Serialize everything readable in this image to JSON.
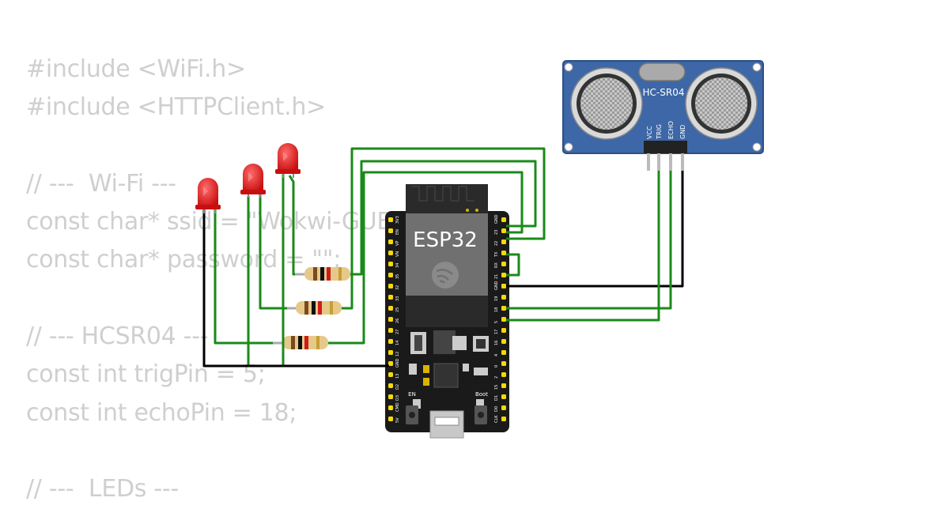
{
  "code_lines": [
    "#include <WiFi.h>",
    "#include <HTTPClient.h>",
    "",
    "// ---  Wi-Fi ---",
    "const char* ssid = \"Wokwi-GUEST\";",
    "const char* password = \"\";",
    "",
    "// --- HCSR04 ---",
    "const int trigPin = 5;",
    "const int echoPin = 18;",
    "",
    "// ---  LEDs ---"
  ],
  "board": {
    "chip_label": "ESP32",
    "en_label": "EN",
    "boot_label": "Boot",
    "left_pins": [
      "3V3",
      "EN",
      "VP",
      "VN",
      "34",
      "35",
      "32",
      "33",
      "25",
      "26",
      "27",
      "14",
      "12",
      "GND",
      "13",
      "D2",
      "D3",
      "CMD",
      "5V"
    ],
    "right_pins": [
      "GND",
      "23",
      "22",
      "TX",
      "RX",
      "21",
      "GND",
      "19",
      "18",
      "5",
      "17",
      "16",
      "4",
      "0",
      "2",
      "15",
      "D1",
      "D0",
      "CLK"
    ]
  },
  "sensor": {
    "label": "HC-SR04",
    "pins": [
      "VCC",
      "TRIG",
      "ECHO",
      "GND"
    ]
  },
  "colors": {
    "wire_green": "#1a8a1a",
    "wire_black": "#000000",
    "led_red": "#e01818",
    "board_black": "#1a1a1a",
    "pin_yellow": "#f5d90a",
    "sensor_blue": "#3d67a6",
    "code_text": "#cfcfcf"
  }
}
